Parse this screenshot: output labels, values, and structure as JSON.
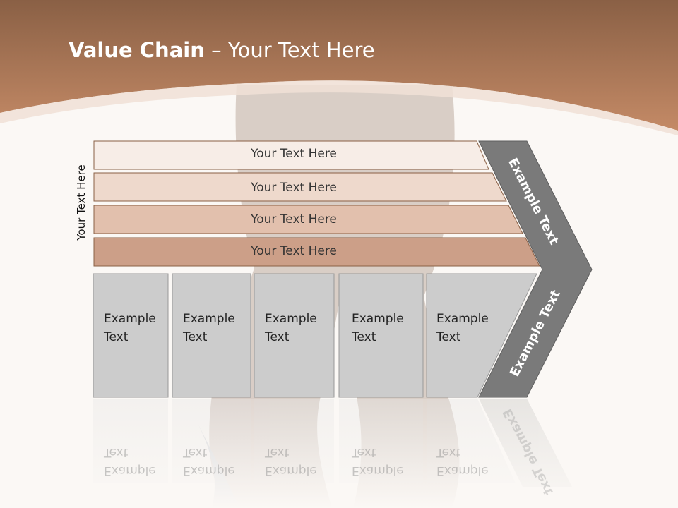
{
  "slide": {
    "title_bold": "Value Chain",
    "title_rest": " – Your Text Here",
    "side_label": "Your Text Here"
  },
  "bands": [
    {
      "label": "Your Text Here"
    },
    {
      "label": "Your Text Here"
    },
    {
      "label": "Your Text Here"
    },
    {
      "label": "Your Text Here"
    }
  ],
  "boxes": [
    {
      "line1": "Example",
      "line2": "Text"
    },
    {
      "line1": "Example",
      "line2": "Text"
    },
    {
      "line1": "Example",
      "line2": "Text"
    },
    {
      "line1": "Example",
      "line2": "Text"
    },
    {
      "line1": "Example",
      "line2": "Text"
    }
  ],
  "chevron": {
    "upper_label": "Example Text",
    "lower_label": "Example Text"
  },
  "colors": {
    "header": "#a86e4c",
    "band1": "#f7ede7",
    "band2": "#eed9cc",
    "band3": "#e2c0ad",
    "band4": "#cc9f88",
    "box": "#cccccc",
    "chevron": "#7a7a7a"
  }
}
